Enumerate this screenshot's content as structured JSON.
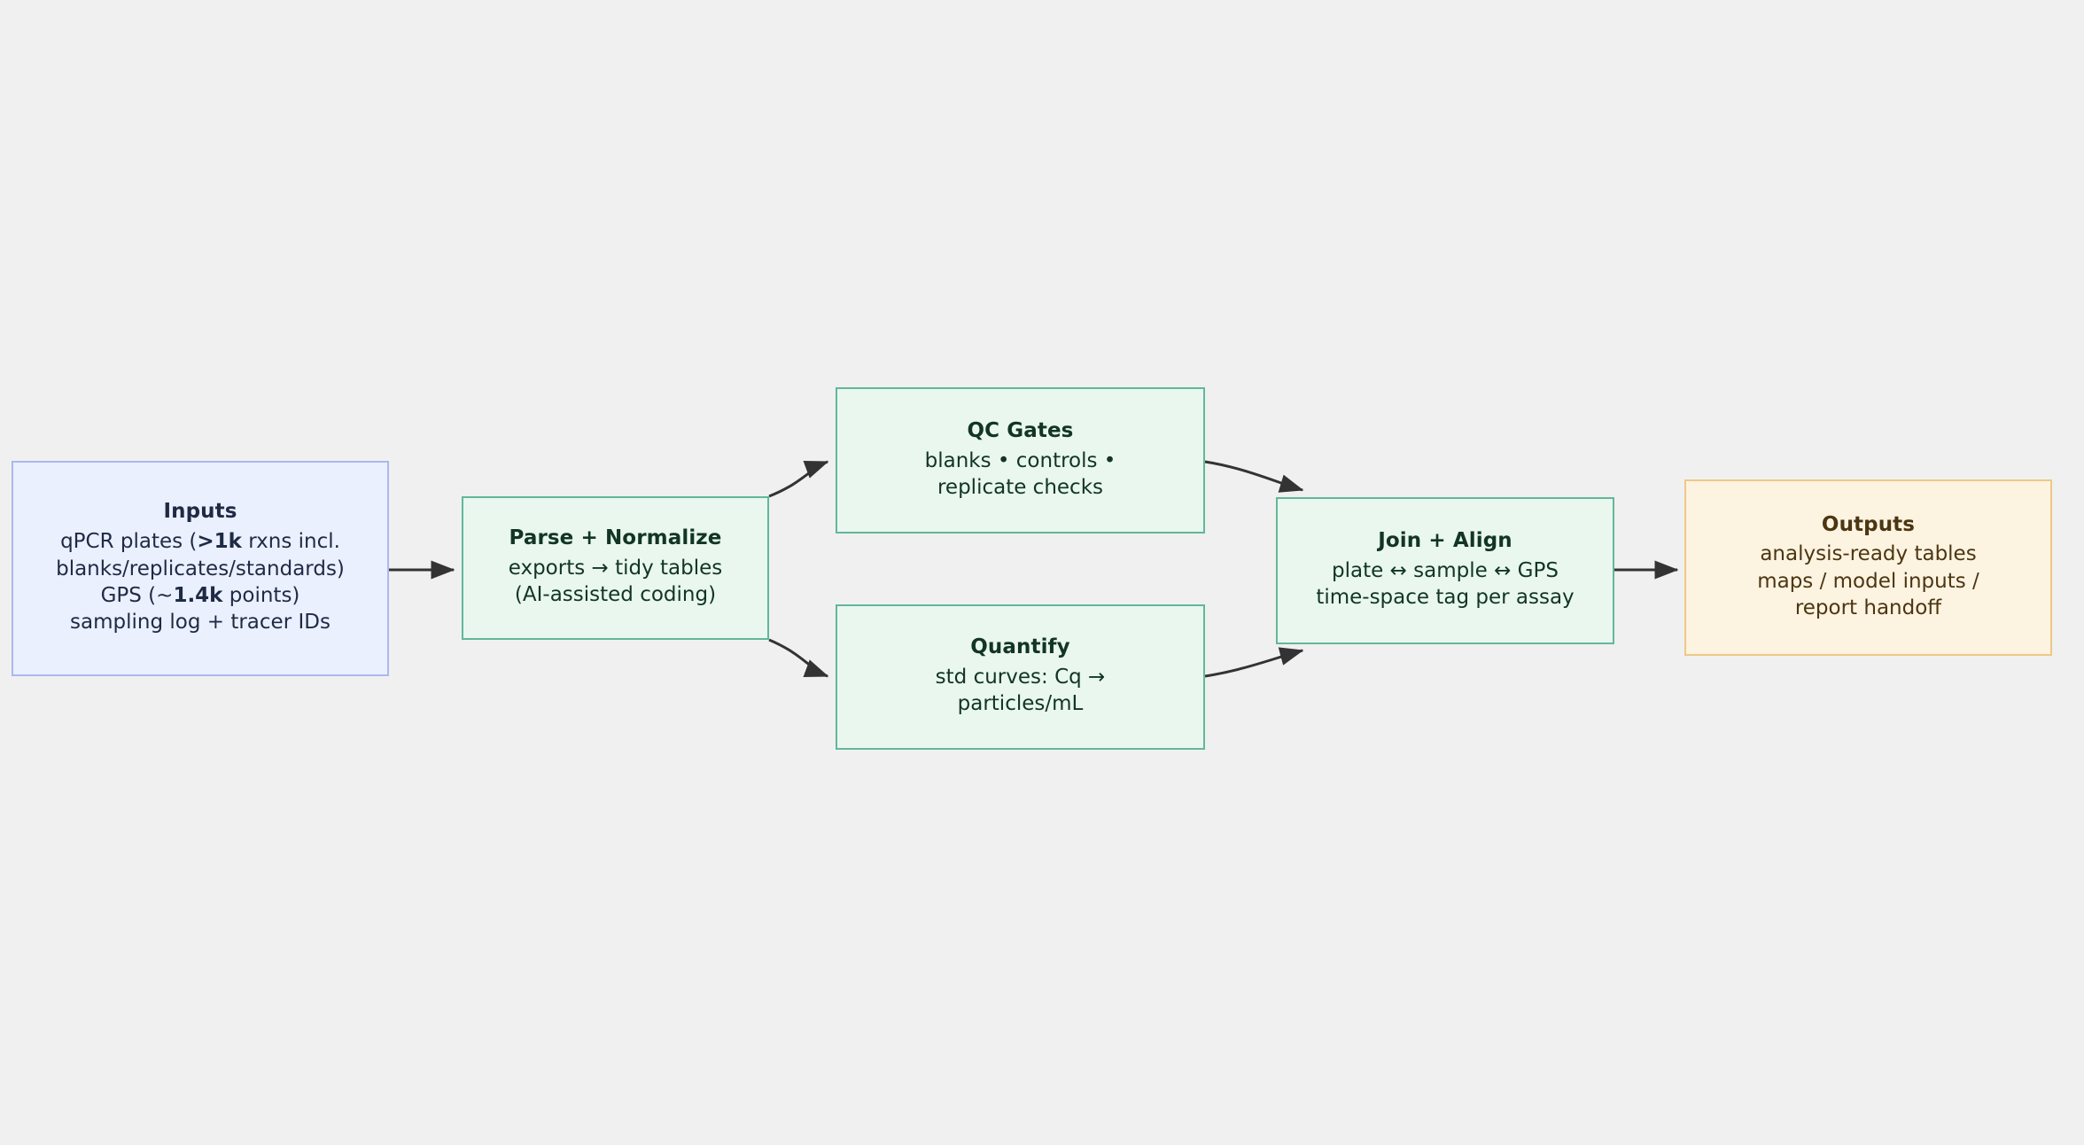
{
  "diagram": {
    "type": "flowchart",
    "direction": "left-to-right",
    "background_color": "#f0f0f0",
    "nodes": [
      {
        "id": "inputs",
        "title": "Inputs",
        "lines": [
          "qPCR plates (>1k rxns incl.",
          "blanks/replicates/standards)",
          "GPS (~1.4k points)",
          "sampling log + tracer IDs"
        ],
        "fill": "#eaf0fe",
        "border": "#a9b9ef",
        "text_color": "#1f2a44"
      },
      {
        "id": "parse",
        "title": "Parse + Normalize",
        "lines": [
          "exports → tidy tables",
          "(AI-assisted coding)"
        ],
        "fill": "#e9f7ef",
        "border": "#62b79a",
        "text_color": "#123524"
      },
      {
        "id": "qc",
        "title": "QC Gates",
        "lines": [
          "blanks • controls •",
          "replicate checks"
        ],
        "fill": "#e9f7ef",
        "border": "#62b79a",
        "text_color": "#123524"
      },
      {
        "id": "quantify",
        "title": "Quantify",
        "lines": [
          "std curves: Cq →",
          "particles/mL"
        ],
        "fill": "#e9f7ef",
        "border": "#62b79a",
        "text_color": "#123524"
      },
      {
        "id": "join",
        "title": "Join + Align",
        "lines": [
          "plate ↔ sample ↔ GPS",
          "time-space tag per assay"
        ],
        "fill": "#e9f7ef",
        "border": "#62b79a",
        "text_color": "#123524"
      },
      {
        "id": "outputs",
        "title": "Outputs",
        "lines": [
          "analysis-ready tables",
          "maps / model inputs /",
          "report handoff"
        ],
        "fill": "#fdf3e1",
        "border": "#eec887",
        "text_color": "#4c3611"
      }
    ],
    "edges": [
      {
        "from": "inputs",
        "to": "parse",
        "style": "straight"
      },
      {
        "from": "parse",
        "to": "qc",
        "style": "curved"
      },
      {
        "from": "parse",
        "to": "quantify",
        "style": "curved"
      },
      {
        "from": "qc",
        "to": "join",
        "style": "curved"
      },
      {
        "from": "quantify",
        "to": "join",
        "style": "curved"
      },
      {
        "from": "join",
        "to": "outputs",
        "style": "straight"
      }
    ],
    "edge_color": "#333333"
  }
}
